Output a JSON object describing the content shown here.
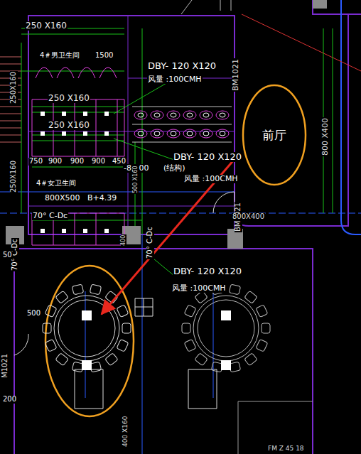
{
  "diagram": {
    "nodes": [
      {
        "text": [
          "前厅"
        ]
      }
    ],
    "labels": [
      "250 X160",
      "4＃男卫生间",
      "1500",
      "DBY- 120 X120",
      "风量 :100CMH",
      "BM1021",
      "800 X400",
      "250 X160",
      "250 X160",
      "DBY- 120 X120",
      "(结构)",
      "风量 :100CMH",
      "-8.700",
      "500 X160",
      "750",
      "900",
      "900",
      "900",
      "450",
      "4＃女卫生间",
      "800X500",
      "B+4.39",
      "BM1021",
      "800X400",
      "70° C-Dc",
      "70° C-Dc",
      "70° C-Dc",
      "400",
      "DBY- 120 X120",
      "风量 :100CMH",
      "500",
      "M1021",
      "200",
      "400 X160",
      "250X160",
      "250X160",
      "FM Z 45 18",
      "50"
    ]
  }
}
